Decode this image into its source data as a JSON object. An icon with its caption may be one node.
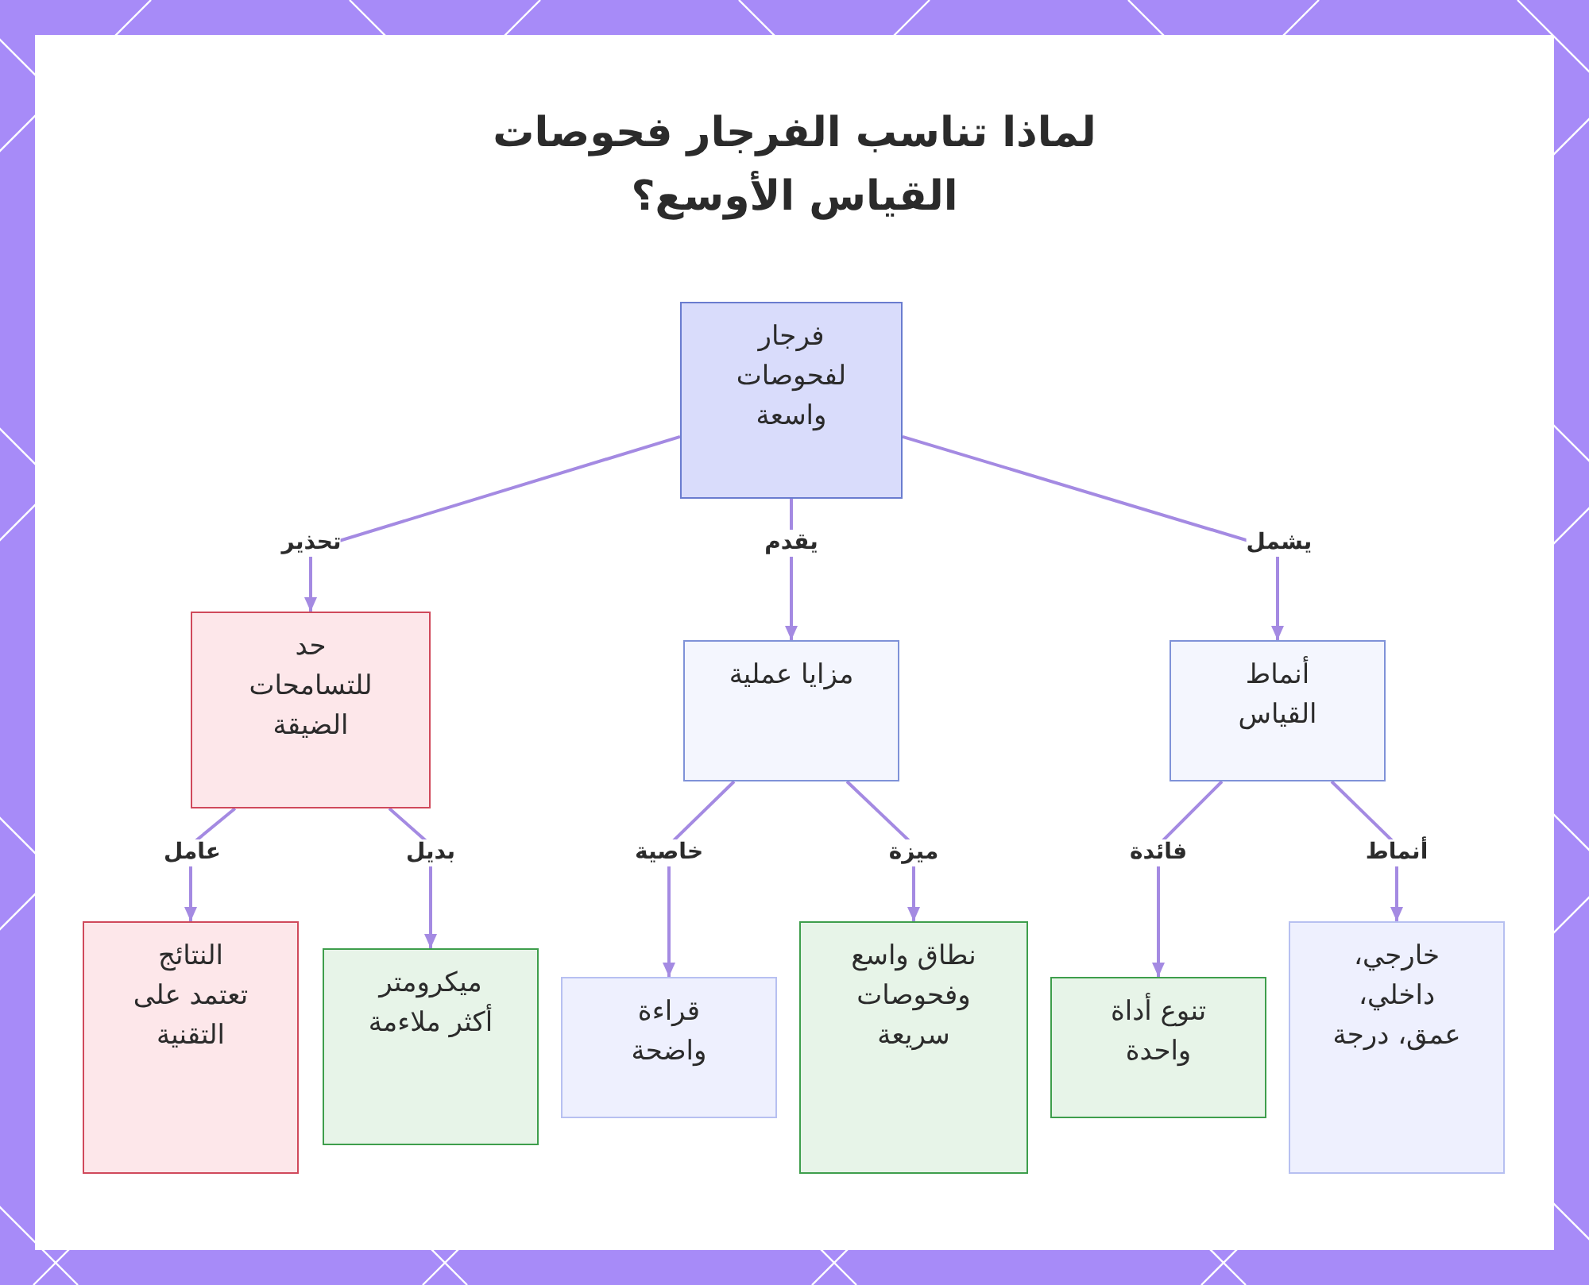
{
  "diagram": {
    "title": "لماذا تناسب الفرجار فحوصات القياس الأوسع؟",
    "nodes": [
      {
        "text": [
          "فرجار لفحوصات واسعة"
        ]
      },
      {
        "text": [
          "حد للتسامحات الضيقة"
        ]
      },
      {
        "text": [
          "مزايا عملية"
        ]
      },
      {
        "text": [
          "أنماط القياس"
        ]
      },
      {
        "text": [
          "النتائج تعتمد على التقنية"
        ]
      },
      {
        "text": [
          "ميكرومتر أكثر ملاءمة"
        ]
      },
      {
        "text": [
          "قراءة واضحة"
        ]
      },
      {
        "text": [
          "نطاق واسع وفحوصات سريعة"
        ]
      },
      {
        "text": [
          "تنوع أداة واحدة"
        ]
      },
      {
        "text": [
          "خارجي، داخلي، عمق، درجة"
        ]
      }
    ],
    "edges": [
      {
        "from": 0,
        "to": 1,
        "arrow": "to",
        "label": "تحذير"
      },
      {
        "from": 0,
        "to": 2,
        "arrow": "to",
        "label": "يقدم"
      },
      {
        "from": 0,
        "to": 3,
        "arrow": "to",
        "label": "يشمل"
      },
      {
        "from": 1,
        "to": 4,
        "arrow": "to",
        "label": "عامل"
      },
      {
        "from": 1,
        "to": 5,
        "arrow": "to",
        "label": "بديل"
      },
      {
        "from": 2,
        "to": 6,
        "arrow": "to",
        "label": "خاصية"
      },
      {
        "from": 2,
        "to": 7,
        "arrow": "to",
        "label": "ميزة"
      },
      {
        "from": 3,
        "to": 8,
        "arrow": "to",
        "label": "فائدة"
      },
      {
        "from": 3,
        "to": 9,
        "arrow": "to",
        "label": "أنماط"
      }
    ]
  }
}
